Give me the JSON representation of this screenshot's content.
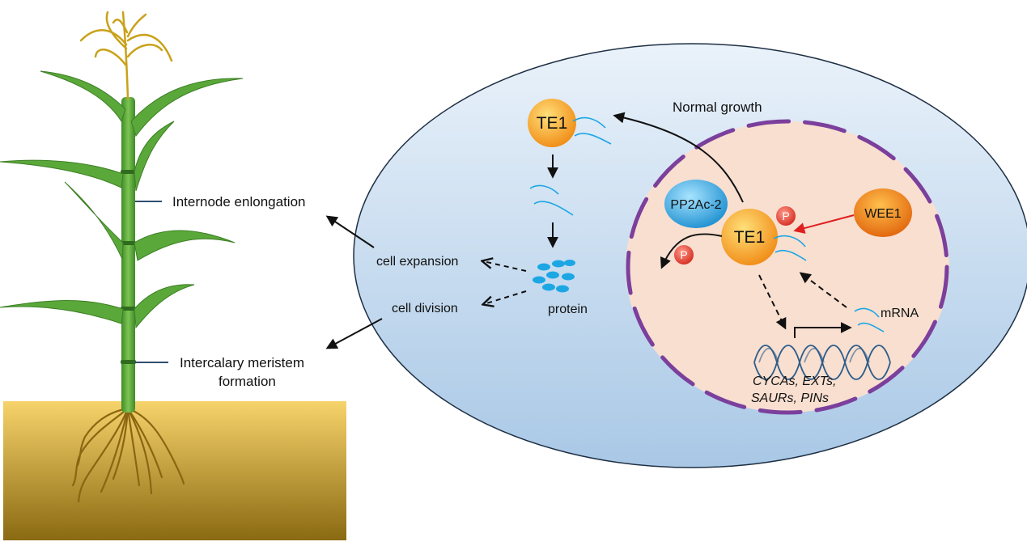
{
  "labels": {
    "internode": "Internode enlongation",
    "meristem_line1": "Intercalary meristem",
    "meristem_line2": "formation",
    "cell_expansion": "cell expansion",
    "cell_division": "cell division",
    "protein": "protein",
    "normal_growth": "Normal growth",
    "te1_cytoplasm": "TE1",
    "te1_nucleus": "TE1",
    "pp2ac": "PP2Ac-2",
    "wee1": "WEE1",
    "phospho_1": "P",
    "phospho_2": "P",
    "mrna": "mRNA",
    "genes_line1": "CYCAs, EXTs,",
    "genes_line2": "SAURs, PINs"
  },
  "colors": {
    "cell_outer": "#bcd4ea",
    "nucleus_fill": "#f8dfd0",
    "nucleus_border": "#7b3f9c",
    "te1": "#f5a623",
    "pp2ac": "#2fa8e0",
    "wee1": "#e8740f",
    "phospho": "#e03a2e",
    "protein": "#1ca7e4",
    "mrna": "#1ca7e4",
    "dna": "#2f5d8a",
    "activation_arrow": "#e02020",
    "soil_top": "#f7d36b",
    "soil_bottom": "#8a6a12",
    "plant_green": "#5aa83a",
    "tassel": "#c9a21a"
  }
}
